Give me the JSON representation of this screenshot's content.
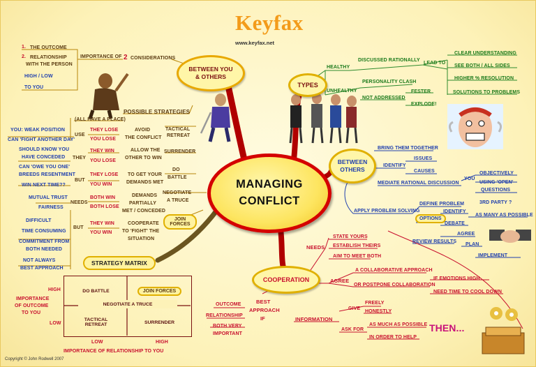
{
  "title": "Keyfax",
  "url": "www.keyfax.net",
  "copyright": "Copyright © John Rodwell 2007",
  "center": {
    "line1": "MANAGING",
    "line2": "CONFLICT"
  },
  "between_you": {
    "label": "BETWEEN YOU & OTHERS",
    "importance_of": "IMPORTANCE OF",
    "two": "2",
    "considerations": "CONSIDERATIONS",
    "one_num": "1.",
    "outcome": "THE OUTCOME",
    "two_num": "2.",
    "relationship": "RELATIONSHIP",
    "with_person": "WITH THE PERSON",
    "high_low": "HIGH / LOW",
    "to_you": "TO YOU",
    "possible_strategies": "POSSIBLE STRATEGIES",
    "all_have_place": "(ALL HAVE A PLACE)",
    "tactical": "TACTICAL",
    "retreat": "RETREAT",
    "avoid": "AVOID",
    "the_conflict": "THE CONFLICT",
    "they_lose_1": "THEY LOSE",
    "you_lose_1": "YOU LOSE",
    "use": "USE",
    "weak_position": "YOU: WEAK POSITION",
    "fight_another_day": "CAN 'FIGHT ANOTHER DAY'",
    "surrender": "SURRENDER",
    "allow_the": "ALLOW THE",
    "other_to_win": "OTHER TO WIN",
    "they_win_1": "THEY WIN",
    "you_lose_2": "YOU LOSE",
    "they_word": "THEY",
    "should_know": "SHOULD KNOW YOU",
    "have_conceded": "HAVE CONCEDED",
    "can_owe": "CAN 'OWE YOU ONE'",
    "do_battle": "DO",
    "battle": "BATTLE",
    "to_get": "TO GET YOUR",
    "demands_met": "DEMANDS MET",
    "they_lose_2": "THEY LOSE",
    "you_win_1": "YOU WIN",
    "but_1": "BUT",
    "breeds": "BREEDS RESENTMENT",
    "win_next": "WIN NEXT TIME??",
    "negotiate": "NEGOTIATE",
    "a_truce": "A TRUCE",
    "demands": "DEMANDS",
    "partially": "PARTIALLY",
    "met_conceded": "MET / CONCEDED",
    "both_win": "BOTH WIN",
    "both_lose": "BOTH LOSE",
    "needs": "NEEDS",
    "mutual_trust": "MUTUAL TRUST",
    "fairness": "FAIRNESS",
    "join_forces": "JOIN FORCES",
    "cooperate": "COOPERATE",
    "to_fight": "TO 'FIGHT' THE",
    "situation": "SITUATION",
    "they_win_2": "THEY WIN",
    "you_win_2": "YOU WIN",
    "but_2": "BUT",
    "difficult": "DIFFICULT",
    "time_consuming": "TIME CONSUMING",
    "commitment": "COMMITMENT FROM",
    "both_needed": "BOTH NEEDED",
    "not_always": "NOT ALWAYS",
    "best_approach": "BEST APPROACH"
  },
  "matrix": {
    "label": "STRATEGY MATRIX",
    "high": "HIGH",
    "low": "LOW",
    "importance_outcome_1": "IMPORTANCE",
    "importance_outcome_2": "OF OUTCOME",
    "importance_outcome_3": "TO YOU",
    "do_battle": "DO BATTLE",
    "join_forces": "JOIN FORCES",
    "negotiate": "NEGOTIATE A TRUCE",
    "tactical_1": "TACTICAL",
    "tactical_2": "RETREAT",
    "surrender": "SURRENDER",
    "low_x": "LOW",
    "high_x": "HIGH",
    "importance_relationship": "IMPORTANCE OF RELATIONSHIP TO YOU"
  },
  "types": {
    "label": "TYPES",
    "healthy": "HEALTHY",
    "discussed": "DISCUSSED RATIONALLY",
    "lead_to": "LEAD TO",
    "clear": "CLEAR UNDERSTANDING",
    "see_both": "SEE BOTH / ALL SIDES",
    "higher": "HIGHER % RESOLUTION",
    "solutions": "SOLUTIONS TO PROBLEMS",
    "unhealthy": "UNHEALTHY",
    "personality": "PERSONALITY CLASH",
    "not_addressed": "NOT ADDRESSED",
    "fester": "FESTER",
    "explode": "EXPLODE!"
  },
  "between_others": {
    "label1": "BETWEEN",
    "label2": "OTHERS",
    "bring": "BRING THEM TOGETHER",
    "identify": "IDENTIFY",
    "issues": "ISSUES",
    "causes": "CAUSES",
    "mediate": "MEDIATE RATIONAL DISCUSSION",
    "you": "YOU",
    "objectively": "OBJECTIVELY",
    "using_open": "USING 'OPEN'",
    "questions": "QUESTIONS",
    "apply": "APPLY PROBLEM SOLVING",
    "define": "DEFINE PROBLEM",
    "third_party": "3RD PARTY ?",
    "options": "OPTIONS",
    "identify2": "IDENTIFY",
    "as_many": "AS MANY AS POSSIBLE",
    "debate": "DEBATE",
    "agree": "AGREE",
    "review": "REVIEW RESULTS",
    "plan": "PLAN",
    "implement": "IMPLEMENT"
  },
  "cooperation": {
    "label": "COOPERATION",
    "needs": "NEEDS",
    "state": "STATE YOURS",
    "establish": "ESTABLISH THEIRS",
    "aim": "AIM TO MEET BOTH",
    "agree": "AGREE",
    "collab": "A COLLABORATIVE APPROACH",
    "or_postpone": "OR POSTPONE COLLABORATION",
    "if_emotions": "IF EMOTIONS HIGH",
    "need_time": "NEED TIME TO COOL DOWN",
    "best1": "BEST",
    "best2": "APPROACH",
    "best3": "IF",
    "outcome": "OUTCOME",
    "relationship": "RELATIONSHIP",
    "both_very": "BOTH VERY",
    "important": "IMPORTANT",
    "information": "INFORMATION",
    "give": "GIVE",
    "freely": "FREELY",
    "honestly": "HONESTLY",
    "ask_for": "ASK FOR",
    "as_much": "AS MUCH AS POSSIBLE",
    "in_order": "IN ORDER TO HELP"
  },
  "then": "THEN..."
}
